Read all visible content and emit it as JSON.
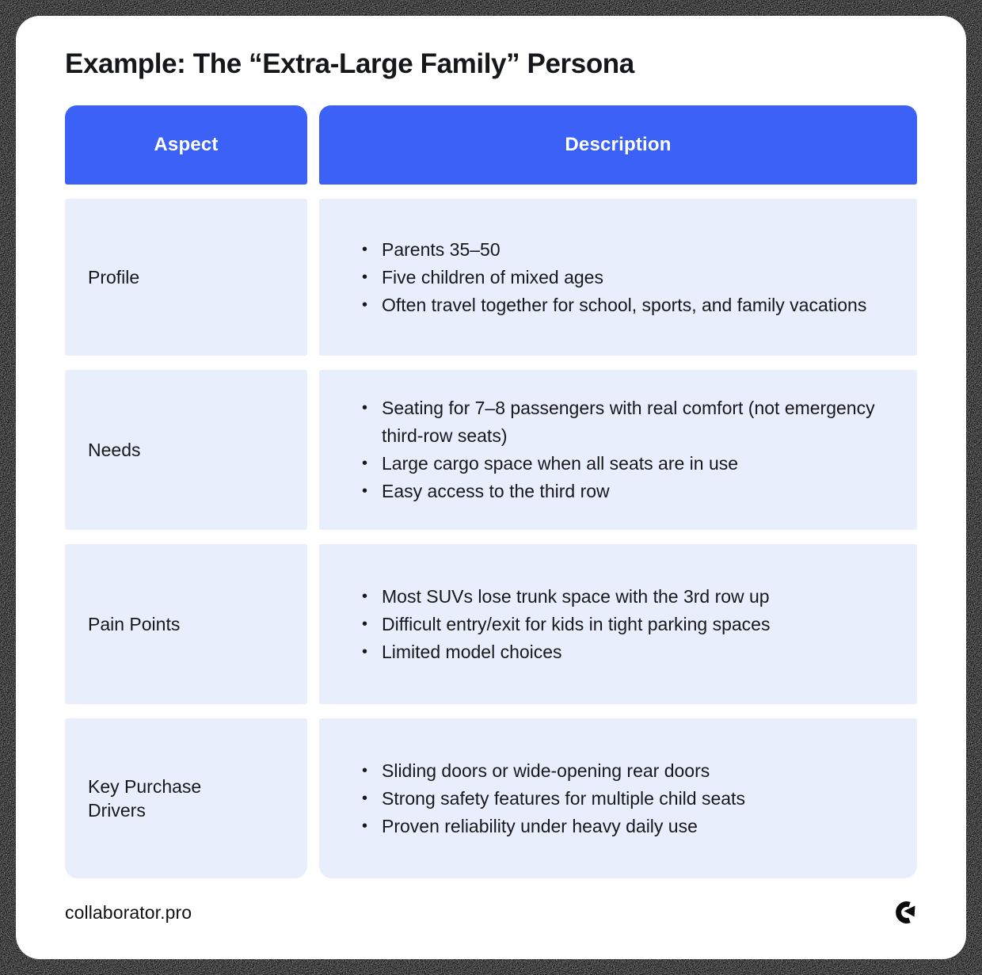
{
  "page": {
    "title": "Example: The “Extra-Large Family” Persona"
  },
  "table": {
    "headers": {
      "aspect": "Aspect",
      "description": "Description"
    },
    "rows": [
      {
        "aspect": "Profile",
        "bullets": [
          "Parents 35–50",
          "Five children of mixed ages",
          "Often travel together for school, sports, and family vacations"
        ]
      },
      {
        "aspect": "Needs",
        "bullets": [
          "Seating for 7–8 passengers with real comfort (not emergency third-row seats)",
          "Large cargo space when all seats are in use",
          "Easy access to the third row"
        ]
      },
      {
        "aspect": "Pain Points",
        "bullets": [
          "Most SUVs lose trunk space with the 3rd row up",
          "Difficult entry/exit for kids in tight parking spaces",
          "Limited model choices"
        ]
      },
      {
        "aspect": "Key Purchase Drivers",
        "bullets": [
          "Sliding doors or wide-opening rear doors",
          "Strong safety features for multiple child seats",
          "Proven reliability under heavy daily use"
        ]
      }
    ]
  },
  "footer": {
    "site": "collaborator.pro",
    "logo": "c-arrow-logo"
  },
  "colors": {
    "header_bg": "#3b61f6",
    "row_bg": "#e9eefc",
    "title_text": "#16171b",
    "body_text": "#17181c",
    "header_text": "#ffffff",
    "frame_bg": "#060606",
    "card_bg": "#ffffff"
  }
}
